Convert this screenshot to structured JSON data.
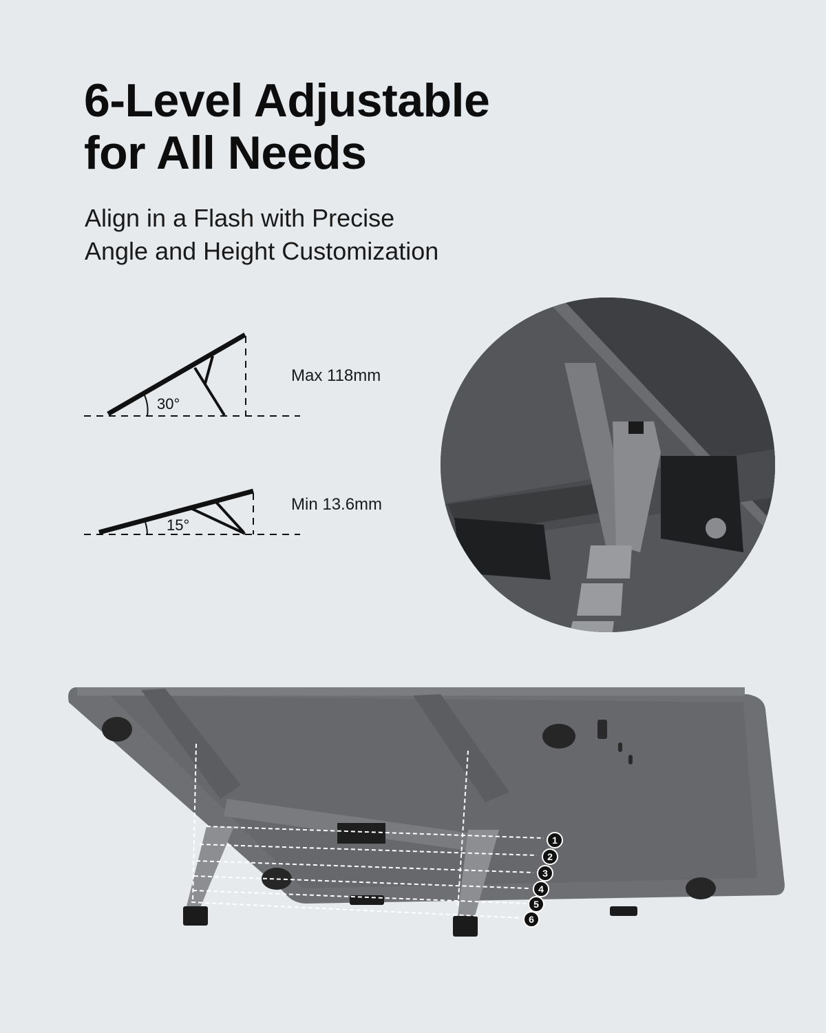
{
  "header": {
    "title_line1": "6-Level Adjustable",
    "title_line2": "for All Needs",
    "subtitle_line1": "Align in a Flash with Precise",
    "subtitle_line2": "Angle and Height Customization"
  },
  "angle_diagrams": [
    {
      "angle": "30°",
      "label": "Max 118mm"
    },
    {
      "angle": "15°",
      "label": "Min 13.6mm"
    }
  ],
  "height_levels": [
    "1",
    "2",
    "3",
    "4",
    "5",
    "6"
  ],
  "colors": {
    "background": "#e6eaed",
    "text": "#111111",
    "laptop": "#6b6c6f",
    "stand": "#7d7e81",
    "feet": "#1b1b1c"
  }
}
